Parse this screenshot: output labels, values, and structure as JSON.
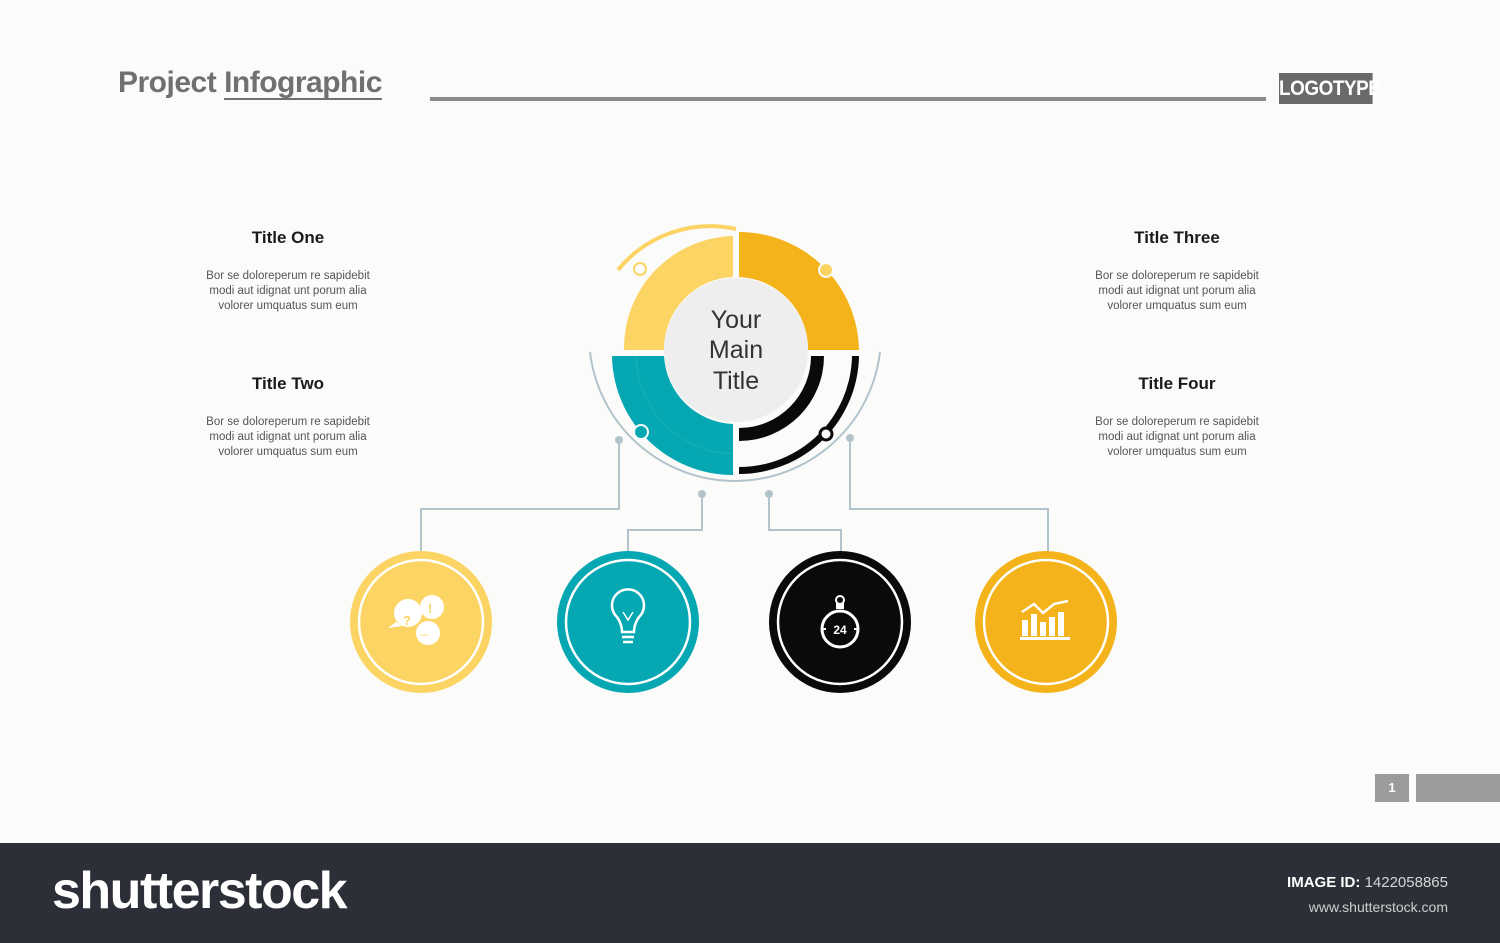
{
  "header": {
    "title_part1": "Project",
    "title_part2": "Infographic",
    "logotype": "LOGOTYPE"
  },
  "diagram": {
    "center_title": [
      "Your",
      "Main",
      "Title"
    ],
    "items": [
      {
        "title": "Title One",
        "lines": [
          "Bor se doloreperum re sapidebit",
          "modi aut idignat unt porum alia",
          "volorer umquatus sum eum"
        ]
      },
      {
        "title": "Title Two",
        "lines": [
          "Bor se doloreperum re sapidebit",
          "modi aut idignat unt porum alia",
          "volorer umquatus sum eum"
        ]
      },
      {
        "title": "Title Three",
        "lines": [
          "Bor se doloreperum re sapidebit",
          "modi aut idignat unt porum alia",
          "volorer umquatus sum eum"
        ]
      },
      {
        "title": "Title Four",
        "lines": [
          "Bor se doloreperum re sapidebit",
          "modi aut idignat unt porum alia",
          "volorer umquatus sum eum"
        ]
      }
    ],
    "icons": [
      "chat-bubbles-icon",
      "lightbulb-icon",
      "stopwatch-24-icon",
      "bar-chart-icon"
    ],
    "stopwatch_label": "24",
    "colors": {
      "light_yellow": "#fcd463",
      "amber": "#f5b31b",
      "teal": "#05a8b2",
      "black": "#0a0a0a",
      "connector": "#b2c4cb"
    }
  },
  "page_number": "1",
  "footer": {
    "brand": "shutterstock",
    "image_id_label": "IMAGE ID:",
    "image_id": "1422058865",
    "site": "www.shutterstock.com"
  }
}
